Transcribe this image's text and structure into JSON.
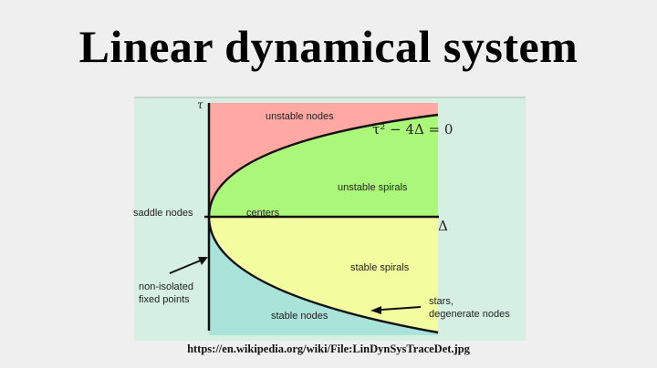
{
  "title": "Linear dynamical system",
  "caption": "https://en.wikipedia.org/wiki/File:LinDynSysTraceDet.jpg",
  "diagram": {
    "axes": {
      "y_label": "τ",
      "x_label": "Δ"
    },
    "equation": "τ² − 4Δ = 0",
    "regions": {
      "unstable_nodes": "unstable nodes",
      "unstable_spirals": "unstable spirals",
      "stable_spirals": "stable spirals",
      "stable_nodes": "stable nodes",
      "saddle_nodes": "saddle nodes",
      "centers": "centers"
    },
    "annotations": {
      "non_isolated_line1": "non-isolated",
      "non_isolated_line2": "fixed points",
      "stars_line1": "stars,",
      "stars_line2": "degenerate nodes"
    },
    "colors": {
      "background": "#d6efe3",
      "unstable_nodes": "#ffa8a4",
      "unstable_spirals": "#abf77a",
      "stable_spirals": "#f4fca0",
      "stable_nodes": "#a9e3d9",
      "axis": "#1a1a1a"
    }
  }
}
